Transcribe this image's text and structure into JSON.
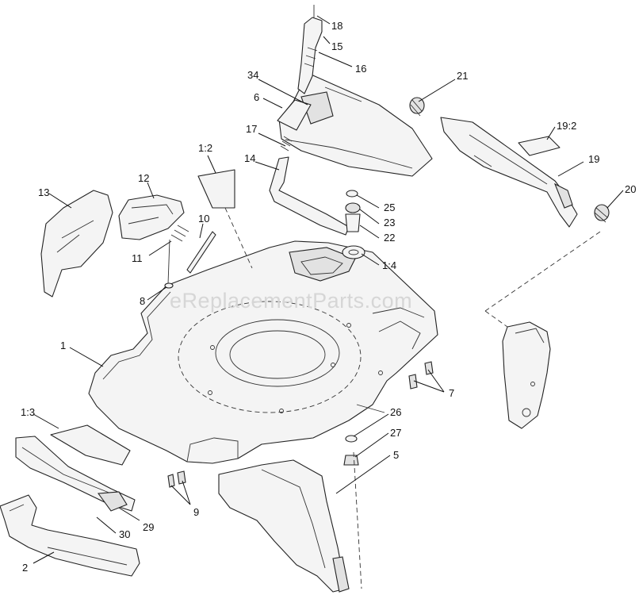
{
  "watermark": "eReplacementParts.com",
  "callouts": {
    "c18": "18",
    "c15": "15",
    "c16": "16",
    "c34": "34",
    "c6": "6",
    "c21": "21",
    "c17": "17",
    "c14": "14",
    "c1_2": "1:2",
    "c19_2": "19:2",
    "c19": "19",
    "c12": "12",
    "c13": "13",
    "c10": "10",
    "c25": "25",
    "c23": "23",
    "c22": "22",
    "c20": "20",
    "c11": "11",
    "c1_4": "1:4",
    "c8": "8",
    "c1": "1",
    "c7": "7",
    "c1_3": "1:3",
    "c26": "26",
    "c27": "27",
    "c5": "5",
    "c9": "9",
    "c29": "29",
    "c30": "30",
    "c2": "2"
  }
}
